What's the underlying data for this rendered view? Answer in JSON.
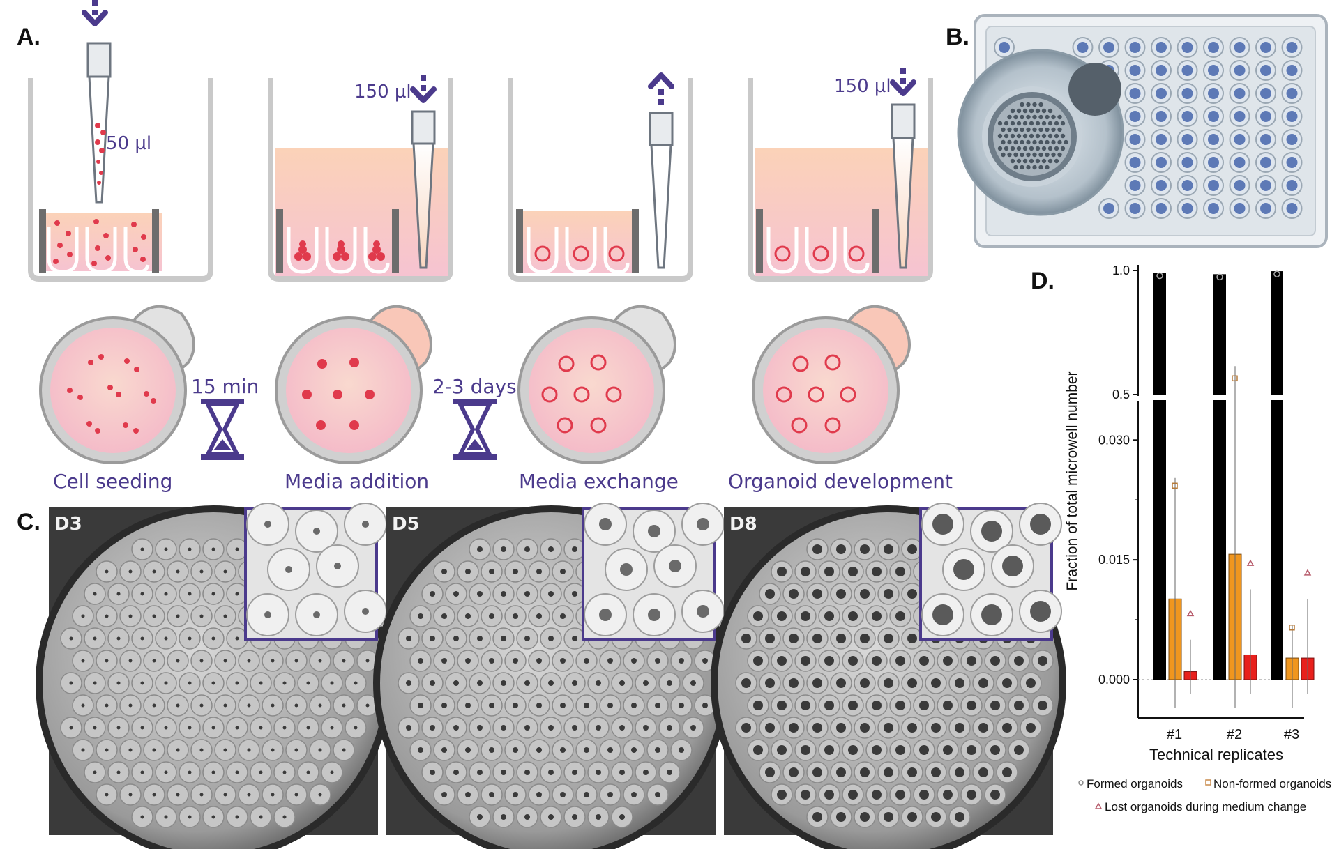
{
  "panels": {
    "a": "A.",
    "b": "B.",
    "c": "C.",
    "d": "D."
  },
  "volumes": {
    "seeding": "50 µl",
    "addition": "150 µl",
    "development": "150 µl"
  },
  "timers": {
    "first": "15 min",
    "second": "2-3 days"
  },
  "steps": [
    "Cell seeding",
    "Media addition",
    "Media exchange",
    "Organoid development"
  ],
  "photo_days": [
    "D3",
    "D5",
    "D8"
  ],
  "colors": {
    "accent_purple": "#4b3a8c",
    "medium_pink": "#f7c9cf",
    "formed_bar": "#000000",
    "nonformed_bar": "#f0961e",
    "lost_bar": "#e8201c"
  },
  "chart_data": {
    "type": "bar",
    "xlabel": "Technical replicates",
    "ylabel": "Fraction of total microwell number",
    "categories": [
      "#1",
      "#2",
      "#3"
    ],
    "y_axis_break": true,
    "y_ticks_lower": [
      "0.000",
      "0.015",
      "0.030"
    ],
    "y_ticks_upper": [
      "0.5",
      "1.0"
    ],
    "series": [
      {
        "name": "Formed organoids",
        "values": [
          0.99,
          0.985,
          0.997
        ]
      },
      {
        "name": "Non-formed organoids",
        "values": [
          0.0101,
          0.0157,
          0.0027
        ]
      },
      {
        "name": "Lost organoids during medium change",
        "values": [
          0.001,
          0.0031,
          0.0027
        ]
      }
    ],
    "legend": [
      "Formed organoids",
      "Non-formed organoids",
      "Lost organoids during medium change"
    ],
    "legend_position": "bottom"
  }
}
